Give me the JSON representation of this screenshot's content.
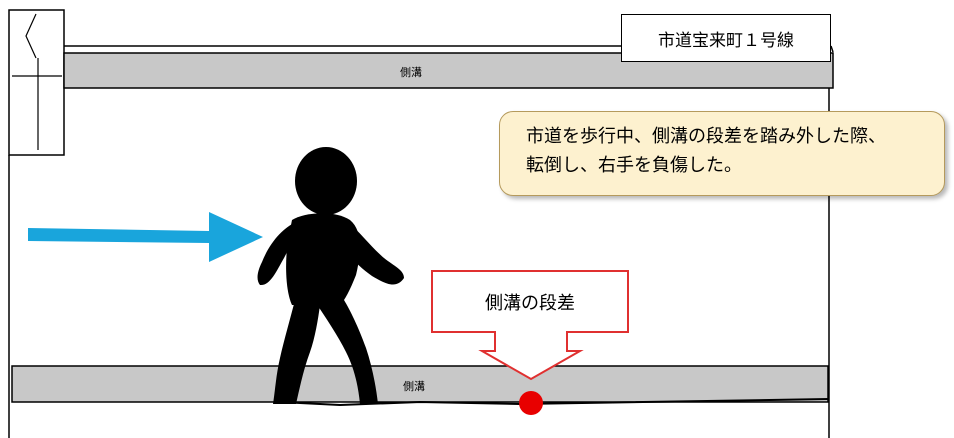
{
  "road_name": "市道宝来町１号線",
  "upper_ditch_label": "側溝",
  "lower_ditch_label": "側溝",
  "incident_lines": [
    "市道を歩行中、側溝の段差を踏み外した際、",
    "転倒し、右手を負傷した。"
  ],
  "step_callout_label": "側溝の段差",
  "colors": {
    "ditch_fill": "#c8c8c8",
    "arrow": "#19a5dc",
    "callout_border": "#e03030",
    "marker": "#e80000",
    "note_fill": "#fdf1cf"
  }
}
